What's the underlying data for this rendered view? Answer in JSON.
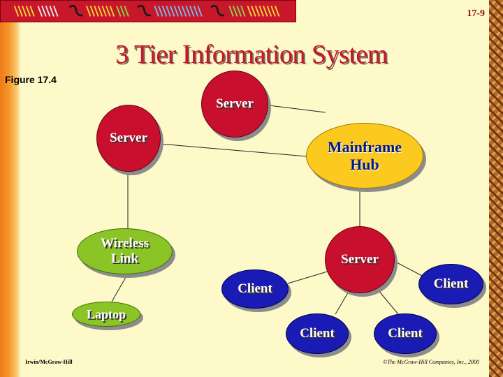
{
  "slide": {
    "number": "17-9",
    "title": "3 Tier Information  System",
    "figure_label": "Figure 17.4",
    "footer_left": "Irwin/McGraw-Hill",
    "footer_right": "©The McGraw-Hill Companies, Inc., 2000"
  },
  "colors": {
    "title": "#c8172b",
    "server": "#c8102e",
    "hub": "#fcca1e",
    "wireless": "#8ac426",
    "client": "#1a1ab4",
    "background": "#fdf9c8"
  },
  "diagram": {
    "nodes": {
      "server_top": "Server",
      "server_left": "Server",
      "mainframe_hub": "Mainframe\nHub",
      "wireless_link": "Wireless\nLink",
      "laptop": "Laptop",
      "server_center": "Server",
      "client_left": "Client",
      "client_bottom_left": "Client",
      "client_bottom_right": "Client",
      "client_right": "Client"
    },
    "connections": [
      [
        "server_top",
        "mainframe_hub"
      ],
      [
        "server_left",
        "mainframe_hub"
      ],
      [
        "server_left",
        "wireless_link"
      ],
      [
        "wireless_link",
        "laptop"
      ],
      [
        "mainframe_hub",
        "server_center"
      ],
      [
        "server_center",
        "client_left"
      ],
      [
        "server_center",
        "client_bottom_left"
      ],
      [
        "server_center",
        "client_bottom_right"
      ],
      [
        "server_center",
        "client_right"
      ]
    ]
  }
}
